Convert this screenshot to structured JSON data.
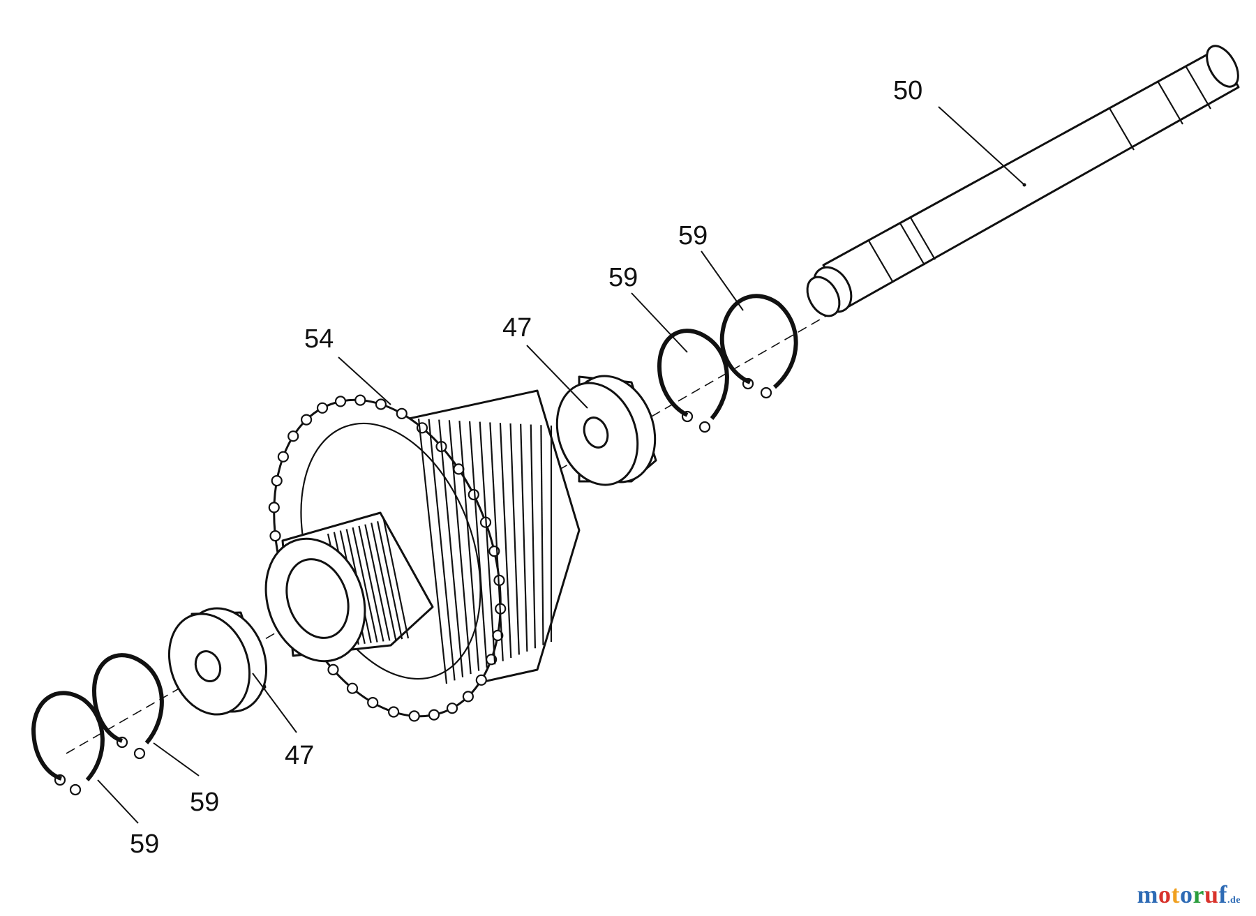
{
  "diagram": {
    "parts": [
      {
        "id": "shaft",
        "label": "50"
      },
      {
        "id": "gear",
        "label": "54"
      },
      {
        "id": "bearing-upper",
        "label": "47"
      },
      {
        "id": "bearing-lower",
        "label": "47"
      },
      {
        "id": "ring-upper-right",
        "label": "59"
      },
      {
        "id": "ring-upper-left",
        "label": "59"
      },
      {
        "id": "ring-lower-right",
        "label": "59"
      },
      {
        "id": "ring-lower-left",
        "label": "59"
      }
    ]
  },
  "watermark": {
    "text": "motoruf",
    "suffix": ".de",
    "colors": [
      "#2e6bb5",
      "#d8332c",
      "#f0a020",
      "#2e6bb5",
      "#2a9d3c",
      "#d8332c",
      "#2e6bb5"
    ]
  }
}
